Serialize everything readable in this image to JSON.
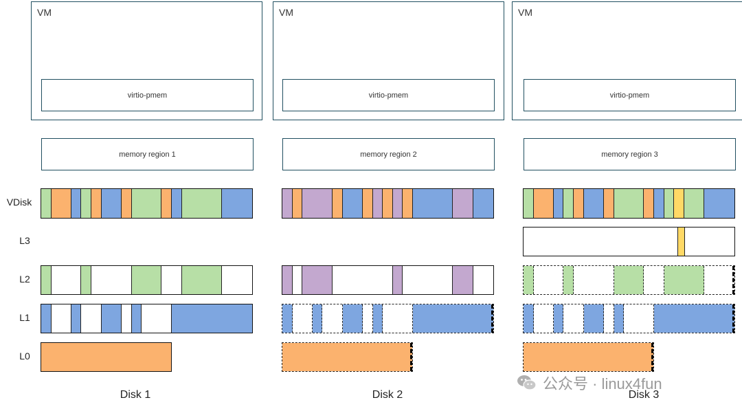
{
  "colors": {
    "green": "#b7dfa6",
    "orange": "#fbb26e",
    "blue": "#7ea6e0",
    "purple": "#c3a8cf",
    "yellow": "#ffd966",
    "white": "#ffffff",
    "border_teal": "#1f4e5f"
  },
  "row_labels": {
    "vdisk": "VDisk",
    "l3": "L3",
    "l2": "L2",
    "l1": "L1",
    "l0": "L0"
  },
  "watermark": {
    "icon": "wechat-icon",
    "text": "公众号 · linux4fun"
  },
  "disks": [
    {
      "vm_label": "VM",
      "virtio_label": "virtio-pmem",
      "region_label": "memory region 1",
      "disk_label": "Disk 1",
      "vdisk": [
        [
          "green",
          1
        ],
        [
          "orange",
          2
        ],
        [
          "blue",
          1
        ],
        [
          "green",
          1
        ],
        [
          "orange",
          1
        ],
        [
          "blue",
          2
        ],
        [
          "orange",
          1
        ],
        [
          "green",
          3
        ],
        [
          "orange",
          1
        ],
        [
          "blue",
          1
        ],
        [
          "green",
          4
        ],
        [
          "blue",
          3
        ]
      ],
      "l3": null,
      "l2": {
        "dashed": false,
        "segments": [
          [
            "green",
            1
          ],
          [
            "white",
            3
          ],
          [
            "green",
            1
          ],
          [
            "white",
            4
          ],
          [
            "green",
            3
          ],
          [
            "white",
            2
          ],
          [
            "green",
            4
          ],
          [
            "white",
            3
          ]
        ]
      },
      "l1": {
        "dashed": false,
        "segments": [
          [
            "blue",
            1
          ],
          [
            "white",
            2
          ],
          [
            "blue",
            1
          ],
          [
            "white",
            2
          ],
          [
            "blue",
            2
          ],
          [
            "white",
            1
          ],
          [
            "blue",
            1
          ],
          [
            "white",
            3
          ],
          [
            "blue",
            8
          ]
        ]
      },
      "l0": {
        "dashed": false,
        "segments": [
          [
            "orange",
            1
          ]
        ]
      }
    },
    {
      "vm_label": "VM",
      "virtio_label": "virtio-pmem",
      "region_label": "memory region 2",
      "disk_label": "Disk 2",
      "vdisk": [
        [
          "purple",
          1
        ],
        [
          "orange",
          1
        ],
        [
          "purple",
          3
        ],
        [
          "orange",
          1
        ],
        [
          "blue",
          2
        ],
        [
          "orange",
          1
        ],
        [
          "purple",
          1
        ],
        [
          "orange",
          1
        ],
        [
          "purple",
          1
        ],
        [
          "orange",
          1
        ],
        [
          "blue",
          4
        ],
        [
          "purple",
          2
        ],
        [
          "blue",
          2
        ]
      ],
      "l3": null,
      "l2": {
        "dashed": false,
        "segments": [
          [
            "purple",
            1
          ],
          [
            "white",
            1
          ],
          [
            "purple",
            3
          ],
          [
            "white",
            6
          ],
          [
            "purple",
            1
          ],
          [
            "white",
            5
          ],
          [
            "purple",
            2
          ],
          [
            "white",
            2
          ]
        ]
      },
      "l1": {
        "dashed": true,
        "segments": [
          [
            "blue",
            1
          ],
          [
            "white",
            2
          ],
          [
            "blue",
            1
          ],
          [
            "white",
            2
          ],
          [
            "blue",
            2
          ],
          [
            "white",
            1
          ],
          [
            "blue",
            1
          ],
          [
            "white",
            3
          ],
          [
            "blue",
            8
          ]
        ]
      },
      "l0": {
        "dashed": true,
        "segments": [
          [
            "orange",
            1
          ]
        ]
      }
    },
    {
      "vm_label": "VM",
      "virtio_label": "virtio-pmem",
      "region_label": "memory region 3",
      "disk_label": "Disk 3",
      "vdisk": [
        [
          "green",
          1
        ],
        [
          "orange",
          2
        ],
        [
          "blue",
          1
        ],
        [
          "green",
          1
        ],
        [
          "orange",
          1
        ],
        [
          "blue",
          2
        ],
        [
          "orange",
          1
        ],
        [
          "green",
          3
        ],
        [
          "orange",
          1
        ],
        [
          "blue",
          1
        ],
        [
          "green",
          1
        ],
        [
          "yellow",
          1
        ],
        [
          "green",
          2
        ],
        [
          "blue",
          3
        ]
      ],
      "l3": {
        "dashed": false,
        "segments": [
          [
            "white",
            22
          ],
          [
            "yellow",
            1
          ],
          [
            "white",
            7
          ]
        ]
      },
      "l2": {
        "dashed": true,
        "segments": [
          [
            "green",
            1
          ],
          [
            "white",
            3
          ],
          [
            "green",
            1
          ],
          [
            "white",
            4
          ],
          [
            "green",
            3
          ],
          [
            "white",
            2
          ],
          [
            "green",
            4
          ],
          [
            "white",
            3
          ]
        ]
      },
      "l1": {
        "dashed": true,
        "segments": [
          [
            "blue",
            1
          ],
          [
            "white",
            2
          ],
          [
            "blue",
            1
          ],
          [
            "white",
            2
          ],
          [
            "blue",
            2
          ],
          [
            "white",
            1
          ],
          [
            "blue",
            1
          ],
          [
            "white",
            3
          ],
          [
            "blue",
            8
          ]
        ]
      },
      "l0": {
        "dashed": true,
        "segments": [
          [
            "orange",
            1
          ]
        ]
      }
    }
  ]
}
